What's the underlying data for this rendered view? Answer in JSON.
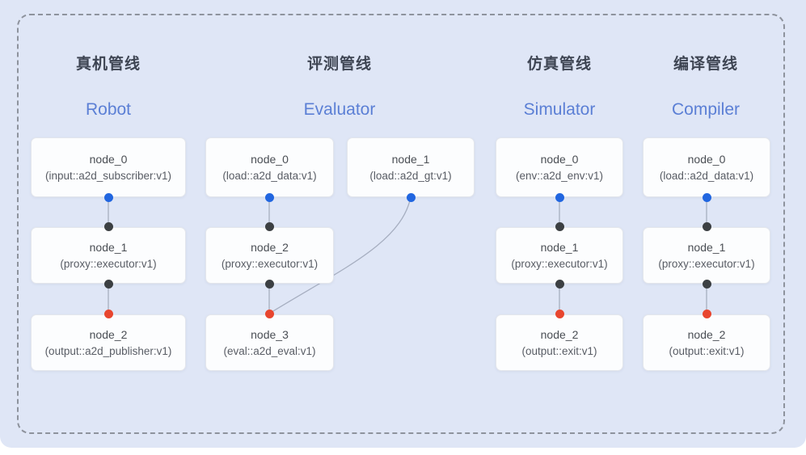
{
  "figure": {
    "frame": {
      "background": "#dfe6f6",
      "border_color": "#8e939d"
    },
    "colors": {
      "source_port": "#2166e0",
      "mid_port": "#3c4043",
      "final_port": "#e8462f",
      "edge": "#a6aec0",
      "title_zh": "#3e4553",
      "title_en": "#5b7fd5"
    },
    "pipelines": [
      {
        "title_zh": "真机管线",
        "title_en": "Robot",
        "nodes": [
          {
            "name": "node_0",
            "type": "(input::a2d_subscriber:v1)"
          },
          {
            "name": "node_1",
            "type": "(proxy::executor:v1)"
          },
          {
            "name": "node_2",
            "type": "(output::a2d_publisher:v1)"
          }
        ]
      },
      {
        "title_zh": "评测管线",
        "title_en": "Evaluator",
        "nodes": [
          {
            "name": "node_0",
            "type": "(load::a2d_data:v1)"
          },
          {
            "name": "node_1",
            "type": "(load::a2d_gt:v1)"
          },
          {
            "name": "node_2",
            "type": "(proxy::executor:v1)"
          },
          {
            "name": "node_3",
            "type": "(eval::a2d_eval:v1)"
          }
        ]
      },
      {
        "title_zh": "仿真管线",
        "title_en": "Simulator",
        "nodes": [
          {
            "name": "node_0",
            "type": "(env::a2d_env:v1)"
          },
          {
            "name": "node_1",
            "type": "(proxy::executor:v1)"
          },
          {
            "name": "node_2",
            "type": "(output::exit:v1)"
          }
        ]
      },
      {
        "title_zh": "编译管线",
        "title_en": "Compiler",
        "nodes": [
          {
            "name": "node_0",
            "type": "(load::a2d_data:v1)"
          },
          {
            "name": "node_1",
            "type": "(proxy::executor:v1)"
          },
          {
            "name": "node_2",
            "type": "(output::exit:v1)"
          }
        ]
      }
    ]
  }
}
